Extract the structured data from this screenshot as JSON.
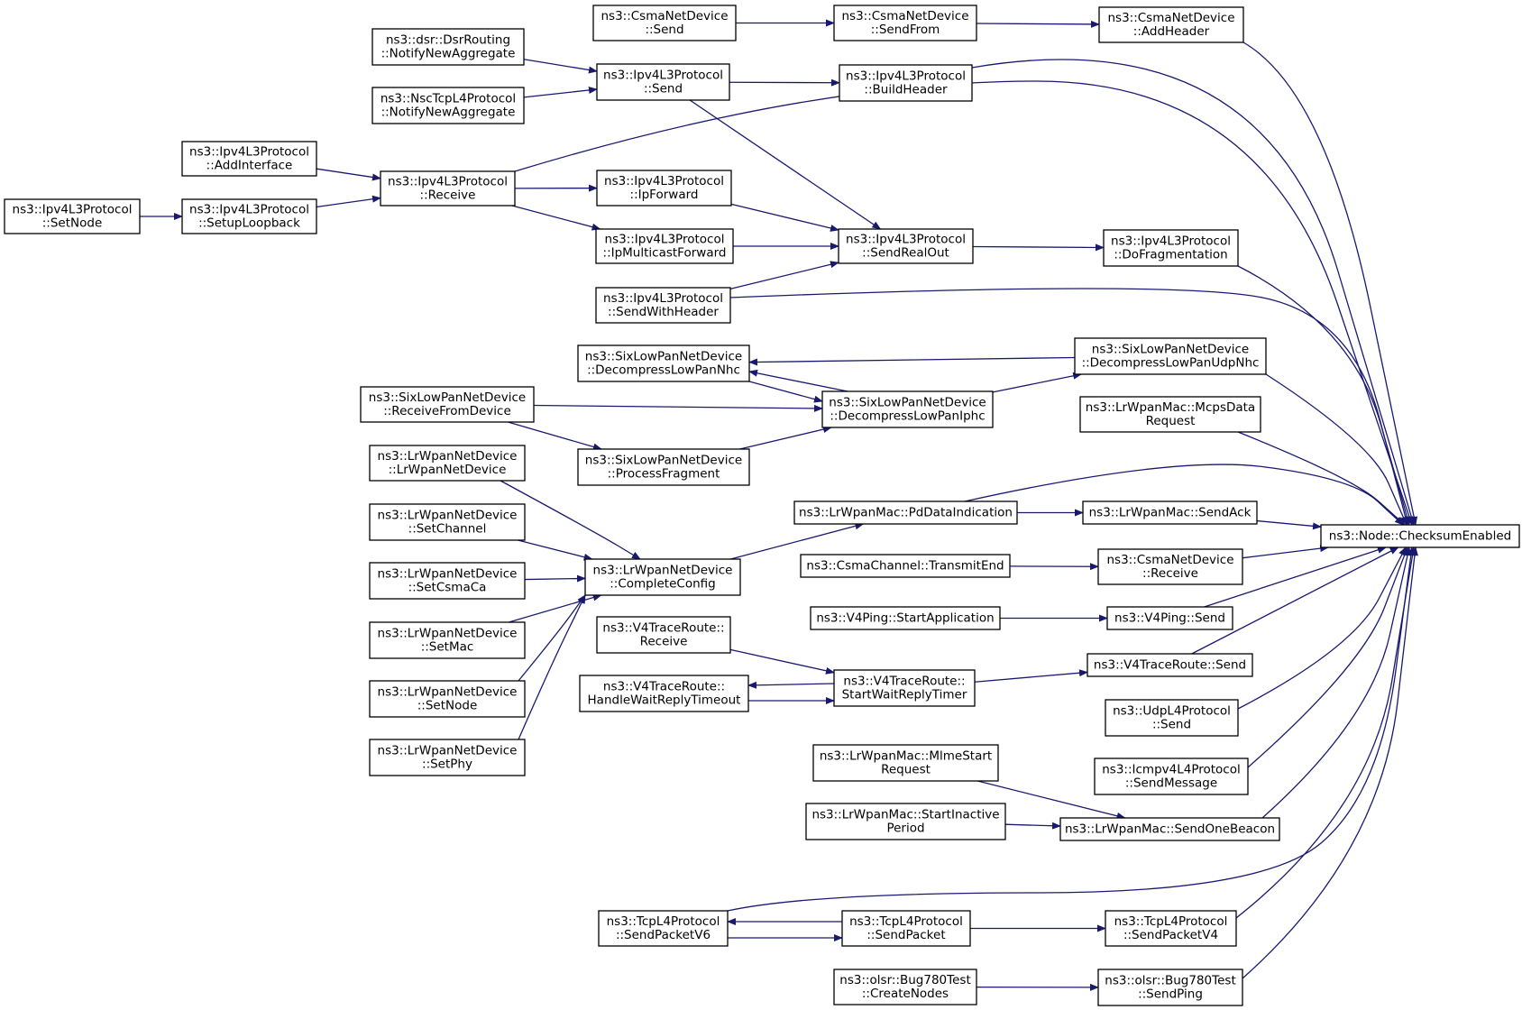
{
  "graph": {
    "type": "doxygen-caller-graph",
    "edge_color": "#191970",
    "border_colors": {
      "normal": "#000000",
      "truncated": "#ff0000"
    },
    "focus_fill": "#bfbfbf"
  },
  "nodes": [
    {
      "id": "checksum",
      "lines": [
        "ns3::Node::ChecksumEnabled"
      ],
      "style": "focus"
    },
    {
      "id": "csma_addheader",
      "lines": [
        "ns3::CsmaNetDevice",
        "::AddHeader"
      ],
      "style": "normal"
    },
    {
      "id": "csma_sendfrom",
      "lines": [
        "ns3::CsmaNetDevice",
        "::SendFrom"
      ],
      "style": "normal"
    },
    {
      "id": "csma_send",
      "lines": [
        "ns3::CsmaNetDevice",
        "::Send"
      ],
      "style": "normal"
    },
    {
      "id": "dsr_notify",
      "lines": [
        "ns3::dsr::DsrRouting",
        "::NotifyNewAggregate"
      ],
      "style": "normal"
    },
    {
      "id": "nsc_notify",
      "lines": [
        "ns3::NscTcpL4Protocol",
        "::NotifyNewAggregate"
      ],
      "style": "normal"
    },
    {
      "id": "ipv4_send",
      "lines": [
        "ns3::Ipv4L3Protocol",
        "::Send"
      ],
      "style": "normal"
    },
    {
      "id": "ipv4_buildheader",
      "lines": [
        "ns3::Ipv4L3Protocol",
        "::BuildHeader"
      ],
      "style": "normal"
    },
    {
      "id": "ipv4_addinterface",
      "lines": [
        "ns3::Ipv4L3Protocol",
        "::AddInterface"
      ],
      "style": "normal"
    },
    {
      "id": "ipv4_setnode",
      "lines": [
        "ns3::Ipv4L3Protocol",
        "::SetNode"
      ],
      "style": "red"
    },
    {
      "id": "ipv4_setuploopback",
      "lines": [
        "ns3::Ipv4L3Protocol",
        "::SetupLoopback"
      ],
      "style": "normal"
    },
    {
      "id": "ipv4_receive",
      "lines": [
        "ns3::Ipv4L3Protocol",
        "::Receive"
      ],
      "style": "normal"
    },
    {
      "id": "ipv4_ipforward",
      "lines": [
        "ns3::Ipv4L3Protocol",
        "::IpForward"
      ],
      "style": "normal"
    },
    {
      "id": "ipv4_ipmulticast",
      "lines": [
        "ns3::Ipv4L3Protocol",
        "::IpMulticastForward"
      ],
      "style": "normal"
    },
    {
      "id": "ipv4_sendrealout",
      "lines": [
        "ns3::Ipv4L3Protocol",
        "::SendRealOut"
      ],
      "style": "normal"
    },
    {
      "id": "ipv4_dofrag",
      "lines": [
        "ns3::Ipv4L3Protocol",
        "::DoFragmentation"
      ],
      "style": "normal"
    },
    {
      "id": "ipv4_sendwithheader",
      "lines": [
        "ns3::Ipv4L3Protocol",
        "::SendWithHeader"
      ],
      "style": "normal"
    },
    {
      "id": "six_nhc",
      "lines": [
        "ns3::SixLowPanNetDevice",
        "::DecompressLowPanNhc"
      ],
      "style": "normal"
    },
    {
      "id": "six_udpnhc",
      "lines": [
        "ns3::SixLowPanNetDevice",
        "::DecompressLowPanUdpNhc"
      ],
      "style": "normal"
    },
    {
      "id": "six_recv",
      "lines": [
        "ns3::SixLowPanNetDevice",
        "::ReceiveFromDevice"
      ],
      "style": "red"
    },
    {
      "id": "six_iphc",
      "lines": [
        "ns3::SixLowPanNetDevice",
        "::DecompressLowPanIphc"
      ],
      "style": "normal"
    },
    {
      "id": "six_procfrag",
      "lines": [
        "ns3::SixLowPanNetDevice",
        "::ProcessFragment"
      ],
      "style": "normal"
    },
    {
      "id": "lrmac_mcps",
      "lines": [
        "ns3::LrWpanMac::McpsData",
        "Request"
      ],
      "style": "normal"
    },
    {
      "id": "lrnd_ctor",
      "lines": [
        "ns3::LrWpanNetDevice",
        "::LrWpanNetDevice"
      ],
      "style": "normal"
    },
    {
      "id": "lrnd_setchannel",
      "lines": [
        "ns3::LrWpanNetDevice",
        "::SetChannel"
      ],
      "style": "red"
    },
    {
      "id": "lrnd_setcsma",
      "lines": [
        "ns3::LrWpanNetDevice",
        "::SetCsmaCa"
      ],
      "style": "normal"
    },
    {
      "id": "lrnd_setmac",
      "lines": [
        "ns3::LrWpanNetDevice",
        "::SetMac"
      ],
      "style": "red"
    },
    {
      "id": "lrnd_setnode",
      "lines": [
        "ns3::LrWpanNetDevice",
        "::SetNode"
      ],
      "style": "red"
    },
    {
      "id": "lrnd_setphy",
      "lines": [
        "ns3::LrWpanNetDevice",
        "::SetPhy"
      ],
      "style": "red"
    },
    {
      "id": "lrnd_complete",
      "lines": [
        "ns3::LrWpanNetDevice",
        "::CompleteConfig"
      ],
      "style": "normal"
    },
    {
      "id": "lrmac_pddata",
      "lines": [
        "ns3::LrWpanMac::PdDataIndication"
      ],
      "style": "normal"
    },
    {
      "id": "lrmac_sendack",
      "lines": [
        "ns3::LrWpanMac::SendAck"
      ],
      "style": "normal"
    },
    {
      "id": "csmach_transmitend",
      "lines": [
        "ns3::CsmaChannel::TransmitEnd"
      ],
      "style": "normal"
    },
    {
      "id": "csma_receive",
      "lines": [
        "ns3::CsmaNetDevice",
        "::Receive"
      ],
      "style": "normal"
    },
    {
      "id": "v4ping_start",
      "lines": [
        "ns3::V4Ping::StartApplication"
      ],
      "style": "normal"
    },
    {
      "id": "v4ping_send",
      "lines": [
        "ns3::V4Ping::Send"
      ],
      "style": "normal"
    },
    {
      "id": "v4tr_receive",
      "lines": [
        "ns3::V4TraceRoute::",
        "Receive"
      ],
      "style": "red"
    },
    {
      "id": "v4tr_handle",
      "lines": [
        "ns3::V4TraceRoute::",
        "HandleWaitReplyTimeout"
      ],
      "style": "normal"
    },
    {
      "id": "v4tr_startwait",
      "lines": [
        "ns3::V4TraceRoute::",
        "StartWaitReplyTimer"
      ],
      "style": "red"
    },
    {
      "id": "v4tr_send",
      "lines": [
        "ns3::V4TraceRoute::Send"
      ],
      "style": "normal"
    },
    {
      "id": "udp_send",
      "lines": [
        "ns3::UdpL4Protocol",
        "::Send"
      ],
      "style": "normal"
    },
    {
      "id": "icmp_sendmsg",
      "lines": [
        "ns3::Icmpv4L4Protocol",
        "::SendMessage"
      ],
      "style": "normal"
    },
    {
      "id": "lrmac_mlme",
      "lines": [
        "ns3::LrWpanMac::MlmeStart",
        "Request"
      ],
      "style": "red"
    },
    {
      "id": "lrmac_inactive",
      "lines": [
        "ns3::LrWpanMac::StartInactive",
        "Period"
      ],
      "style": "red"
    },
    {
      "id": "lrmac_beacon",
      "lines": [
        "ns3::LrWpanMac::SendOneBeacon"
      ],
      "style": "normal"
    },
    {
      "id": "tcp_sendv6",
      "lines": [
        "ns3::TcpL4Protocol",
        "::SendPacketV6"
      ],
      "style": "normal"
    },
    {
      "id": "tcp_sendpacket",
      "lines": [
        "ns3::TcpL4Protocol",
        "::SendPacket"
      ],
      "style": "red"
    },
    {
      "id": "tcp_sendv4",
      "lines": [
        "ns3::TcpL4Protocol",
        "::SendPacketV4"
      ],
      "style": "normal"
    },
    {
      "id": "olsr_create",
      "lines": [
        "ns3::olsr::Bug780Test",
        "::CreateNodes"
      ],
      "style": "red"
    },
    {
      "id": "olsr_sendping",
      "lines": [
        "ns3::olsr::Bug780Test",
        "::SendPing"
      ],
      "style": "normal"
    }
  ],
  "edges": [
    [
      "csma_addheader",
      "checksum"
    ],
    [
      "ipv4_buildheader",
      "checksum"
    ],
    [
      "ipv4_receive",
      "checksum"
    ],
    [
      "ipv4_dofrag",
      "checksum"
    ],
    [
      "ipv4_sendwithheader",
      "checksum"
    ],
    [
      "six_udpnhc",
      "checksum"
    ],
    [
      "lrmac_mcps",
      "checksum"
    ],
    [
      "lrmac_pddata",
      "checksum"
    ],
    [
      "lrmac_sendack",
      "checksum"
    ],
    [
      "csma_receive",
      "checksum"
    ],
    [
      "v4ping_send",
      "checksum"
    ],
    [
      "v4tr_send",
      "checksum"
    ],
    [
      "udp_send",
      "checksum"
    ],
    [
      "icmp_sendmsg",
      "checksum"
    ],
    [
      "lrmac_beacon",
      "checksum"
    ],
    [
      "tcp_sendv6",
      "checksum"
    ],
    [
      "tcp_sendv4",
      "checksum"
    ],
    [
      "olsr_sendping",
      "checksum"
    ],
    [
      "csma_send",
      "csma_sendfrom"
    ],
    [
      "csma_sendfrom",
      "csma_addheader"
    ],
    [
      "dsr_notify",
      "ipv4_send"
    ],
    [
      "nsc_notify",
      "ipv4_send"
    ],
    [
      "ipv4_send",
      "ipv4_buildheader"
    ],
    [
      "ipv4_send",
      "ipv4_sendrealout"
    ],
    [
      "ipv4_addinterface",
      "ipv4_receive"
    ],
    [
      "ipv4_setnode",
      "ipv4_setuploopback"
    ],
    [
      "ipv4_setuploopback",
      "ipv4_receive"
    ],
    [
      "ipv4_receive",
      "ipv4_ipforward"
    ],
    [
      "ipv4_receive",
      "ipv4_ipmulticast"
    ],
    [
      "ipv4_ipforward",
      "ipv4_sendrealout"
    ],
    [
      "ipv4_ipmulticast",
      "ipv4_sendrealout"
    ],
    [
      "ipv4_sendwithheader",
      "ipv4_sendrealout"
    ],
    [
      "ipv4_sendrealout",
      "ipv4_dofrag"
    ],
    [
      "six_udpnhc",
      "six_nhc"
    ],
    [
      "six_iphc",
      "six_nhc"
    ],
    [
      "six_nhc",
      "six_iphc"
    ],
    [
      "six_iphc",
      "six_udpnhc"
    ],
    [
      "six_recv",
      "six_iphc"
    ],
    [
      "six_recv",
      "six_procfrag"
    ],
    [
      "six_procfrag",
      "six_iphc"
    ],
    [
      "lrnd_ctor",
      "lrnd_complete"
    ],
    [
      "lrnd_setchannel",
      "lrnd_complete"
    ],
    [
      "lrnd_setcsma",
      "lrnd_complete"
    ],
    [
      "lrnd_setmac",
      "lrnd_complete"
    ],
    [
      "lrnd_setnode",
      "lrnd_complete"
    ],
    [
      "lrnd_setphy",
      "lrnd_complete"
    ],
    [
      "lrnd_complete",
      "lrmac_pddata"
    ],
    [
      "lrmac_pddata",
      "lrmac_sendack"
    ],
    [
      "csmach_transmitend",
      "csma_receive"
    ],
    [
      "v4ping_start",
      "v4ping_send"
    ],
    [
      "v4tr_receive",
      "v4tr_startwait"
    ],
    [
      "v4tr_startwait",
      "v4tr_handle"
    ],
    [
      "v4tr_handle",
      "v4tr_startwait"
    ],
    [
      "v4tr_startwait",
      "v4tr_send"
    ],
    [
      "lrmac_mlme",
      "lrmac_beacon"
    ],
    [
      "lrmac_inactive",
      "lrmac_beacon"
    ],
    [
      "tcp_sendpacket",
      "tcp_sendv6"
    ],
    [
      "tcp_sendv6",
      "tcp_sendpacket"
    ],
    [
      "tcp_sendpacket",
      "tcp_sendv4"
    ],
    [
      "olsr_create",
      "olsr_sendping"
    ]
  ]
}
